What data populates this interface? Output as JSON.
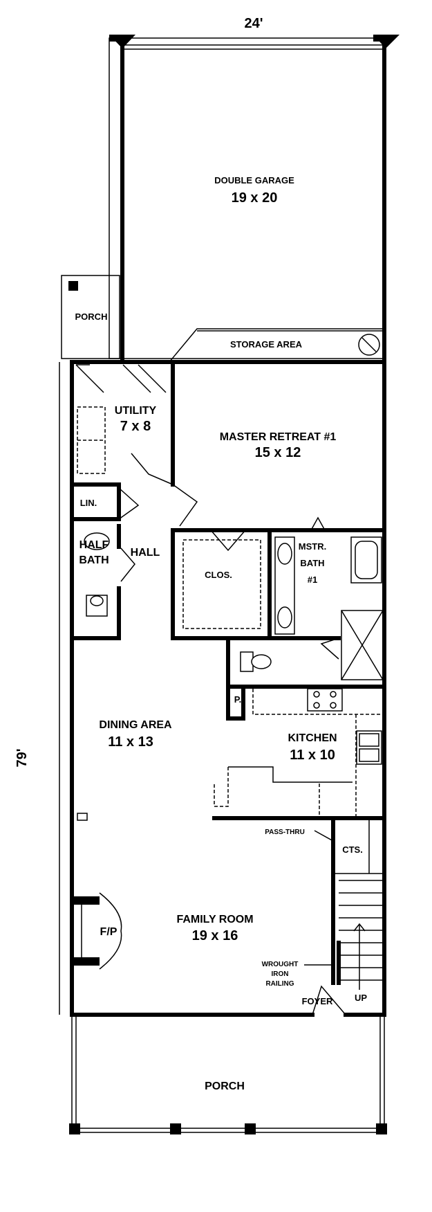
{
  "dimensions": {
    "width": "24'",
    "length": "79'"
  },
  "rooms": {
    "double_garage": {
      "name": "DOUBLE GARAGE",
      "size": "19 x 20"
    },
    "porch_side": {
      "name": "PORCH"
    },
    "storage": {
      "name": "STORAGE AREA"
    },
    "utility": {
      "name": "UTILITY",
      "size": "7 x 8"
    },
    "master_retreat": {
      "name": "MASTER RETREAT #1",
      "size": "15 x 12"
    },
    "linen": {
      "name": "LIN."
    },
    "half_bath": {
      "line1": "HALF",
      "line2": "BATH"
    },
    "hall": {
      "name": "HALL"
    },
    "closet": {
      "name": "CLOS."
    },
    "master_bath": {
      "line1": "MSTR.",
      "line2": "BATH",
      "line3": "#1"
    },
    "pantry": {
      "name": "P."
    },
    "dining": {
      "name": "DINING AREA",
      "size": "11 x 13"
    },
    "kitchen": {
      "name": "KITCHEN",
      "size": "11 x 10"
    },
    "pass_thru": {
      "name": "PASS-THRU"
    },
    "cts": {
      "name": "CTS."
    },
    "fireplace": {
      "name": "F/P"
    },
    "family_room": {
      "name": "FAMILY ROOM",
      "size": "19 x 16"
    },
    "railing": {
      "line1": "WROUGHT",
      "line2": "IRON",
      "line3": "RAILING"
    },
    "foyer": {
      "name": "FOYER"
    },
    "stairs_up": {
      "name": "UP"
    },
    "porch_front": {
      "name": "PORCH"
    }
  }
}
